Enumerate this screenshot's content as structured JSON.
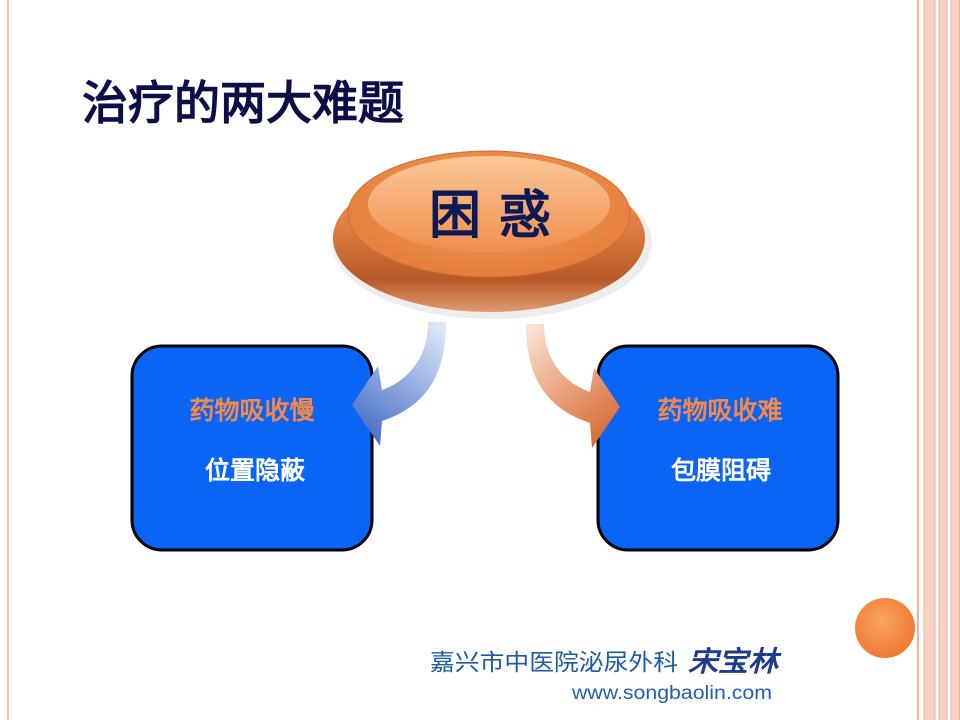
{
  "slide": {
    "title": "治疗的两大难题",
    "center": {
      "label": "困 惑"
    },
    "boxes": [
      {
        "heading": "药物吸收慢",
        "detail": "位置隐蔽"
      },
      {
        "heading": "药物吸收难",
        "detail": "包膜阻碍"
      }
    ],
    "footer": {
      "department": "嘉兴市中医院泌尿外科",
      "author": "宋宝林",
      "website": "www.songbaolin.com"
    }
  },
  "colors": {
    "title": "#0d0d4a",
    "center_label": "#0d1a55",
    "center_button": "#ee8a48",
    "box_fill": "#0a64f5",
    "box_border": "#000000",
    "box_heading": "#f2884a",
    "box_detail": "#ffffff",
    "arrow_left": "#4f73c8",
    "arrow_right": "#d7703c",
    "footer_text": "#1c5aa8",
    "footer_author": "#1e3c8c",
    "accent_circle": "#f27a30",
    "edge_stripes": "#f8d3c4"
  }
}
